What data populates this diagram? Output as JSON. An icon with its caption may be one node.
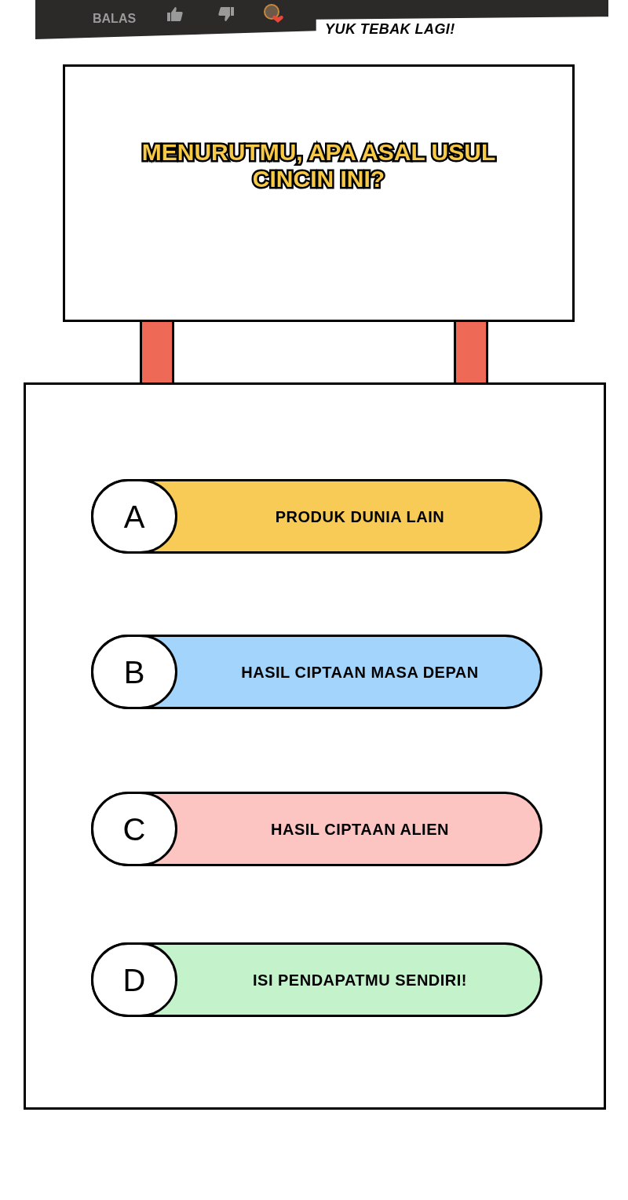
{
  "diagram": {
    "nodes": [
      {
        "text": [
          "MENURUTMU, APA ASAL USUL CINCIN INI?"
        ]
      },
      {
        "text": [],
        "shape": "bar"
      },
      {
        "text": [],
        "shape": "bar"
      },
      {
        "text": [],
        "shape": "box"
      },
      {
        "text": [
          "PRODUK DUNIA LAIN"
        ],
        "in": 3
      },
      {
        "text": [
          "A"
        ],
        "in": 4
      },
      {
        "text": [
          "HASIL CIPTAAN MASA DEPAN"
        ],
        "in": 3
      },
      {
        "text": [
          "B"
        ],
        "in": 6
      },
      {
        "text": [
          "HASIL CIPTAAN ALIEN"
        ],
        "in": 3
      },
      {
        "text": [
          "C"
        ],
        "in": 8
      },
      {
        "text": [
          "ISI PENDAPATMU SENDIRI!"
        ],
        "in": 3
      },
      {
        "text": [
          "D"
        ],
        "in": 10
      }
    ],
    "labels": [
      "BALAS",
      "YUK TEBAK LAGI!"
    ]
  }
}
